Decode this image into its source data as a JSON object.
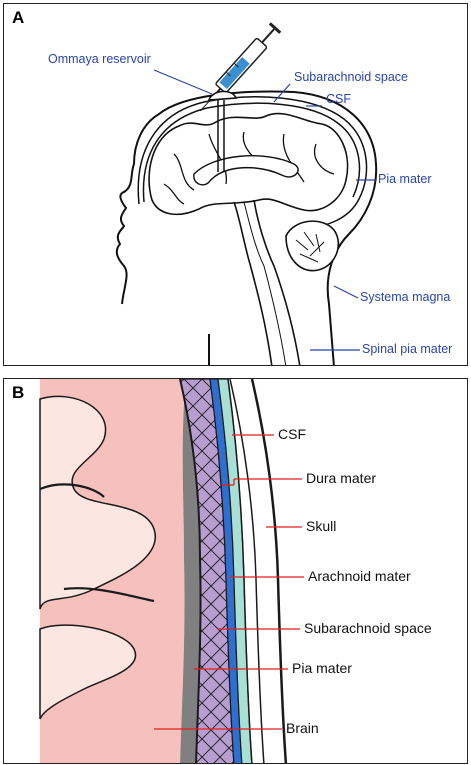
{
  "panel_a": {
    "letter": "A",
    "labels": {
      "ommaya": "Ommaya reservoir",
      "subarachnoid": "Subarachnoid space",
      "csf": "CSF",
      "pia": "Pia mater",
      "systema": "Systema magna",
      "spinal_pia": "Spinal pia mater"
    },
    "colors": {
      "label": "#2a45a8",
      "syringe": "#3a8fd0"
    }
  },
  "panel_b": {
    "letter": "B",
    "labels": {
      "csf": "CSF",
      "dura": "Dura mater",
      "skull": "Skull",
      "arachnoid": "Arachnoid mater",
      "subarachnoid": "Subarachnoid space",
      "pia": "Pia mater",
      "brain": "Brain"
    },
    "colors": {
      "brain": "#f5b8b5",
      "brain_light": "#fce6e2",
      "arachnoid": "#b89ed0",
      "csf": "#a8e0d6",
      "dura": "#2f6fd0",
      "leader": "#e0201a"
    }
  }
}
